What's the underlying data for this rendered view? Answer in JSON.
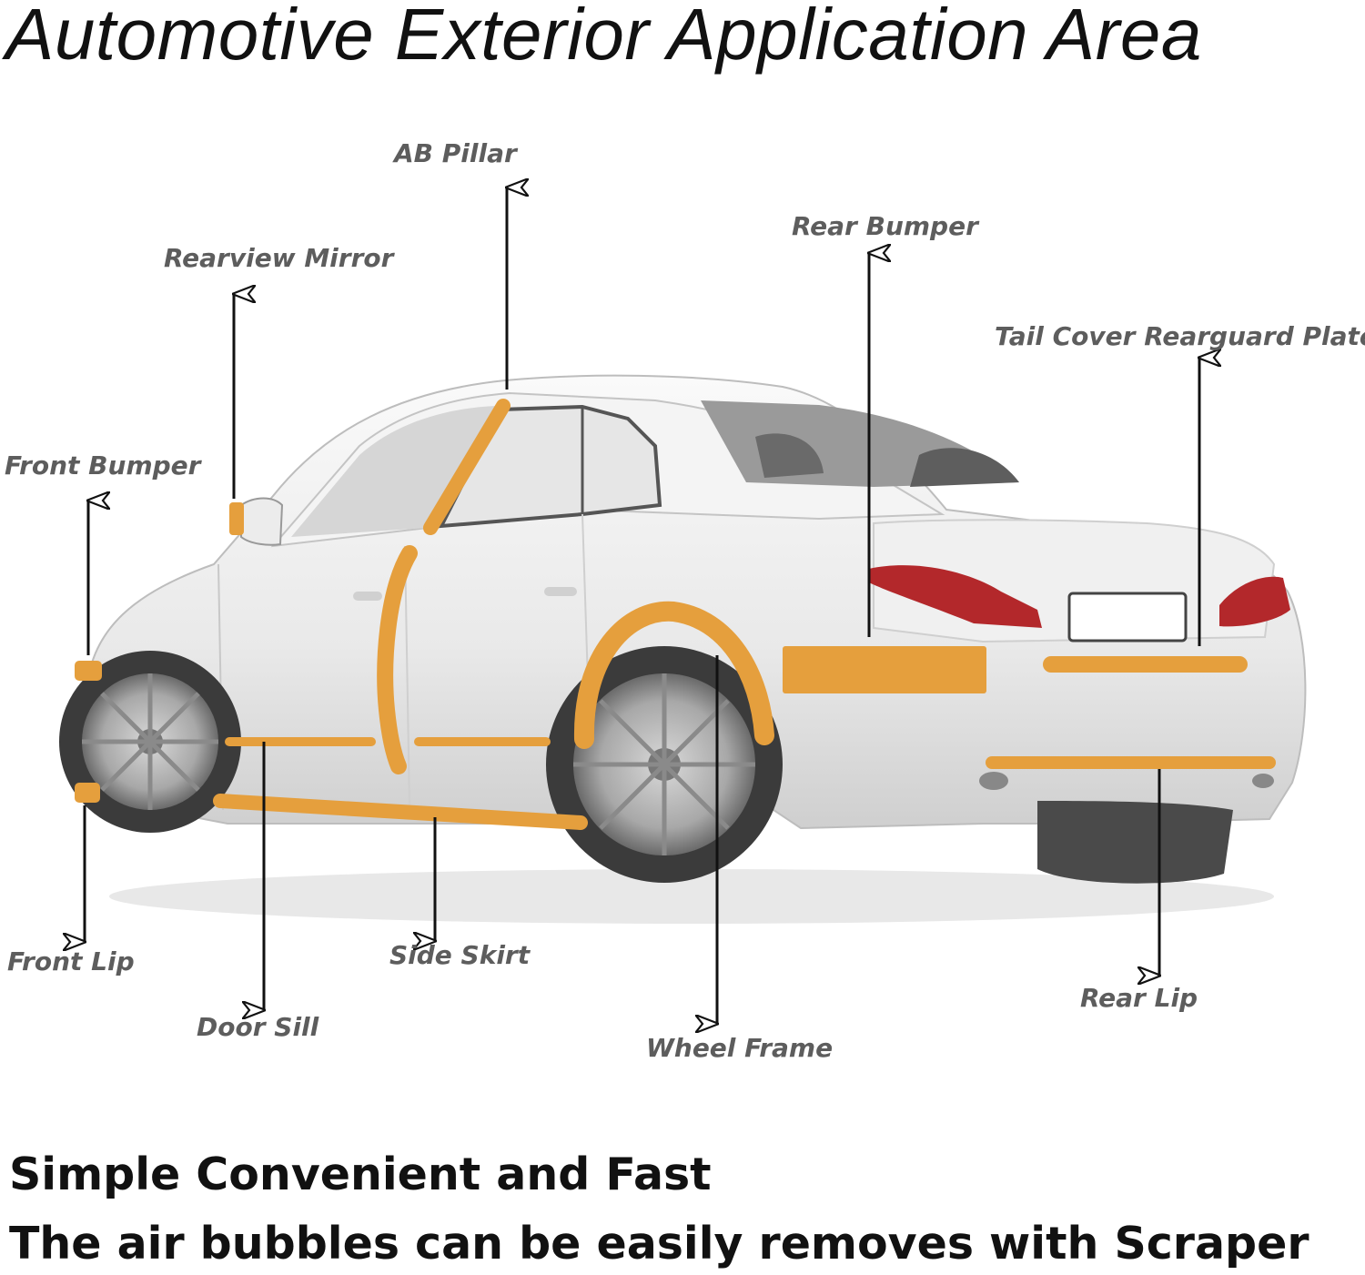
{
  "title": "Automotive Exterior Application Area",
  "labels": {
    "ab_pillar": "AB Pillar",
    "rear_bumper": "Rear Bumper",
    "rearview_mirror": "Rearview Mirror",
    "tail_cover": "Tail Cover Rearguard Plate",
    "front_bumper": "Front Bumper",
    "front_lip": "Front Lip",
    "side_skirt": "Side Skirt",
    "door_sill": "Door Sill",
    "wheel_frame": "Wheel Frame",
    "rear_lip": "Rear Lip"
  },
  "footer": {
    "line1": "Simple Convenient and Fast",
    "line2": "The air bubbles can be easily removes with Scraper"
  },
  "colors": {
    "highlight": "#e59f3d",
    "arrow": "#111111",
    "label": "#5d5d5d",
    "car_body": "#eeeeee"
  },
  "car_image": "white-sedan-rear-three-quarter-view"
}
